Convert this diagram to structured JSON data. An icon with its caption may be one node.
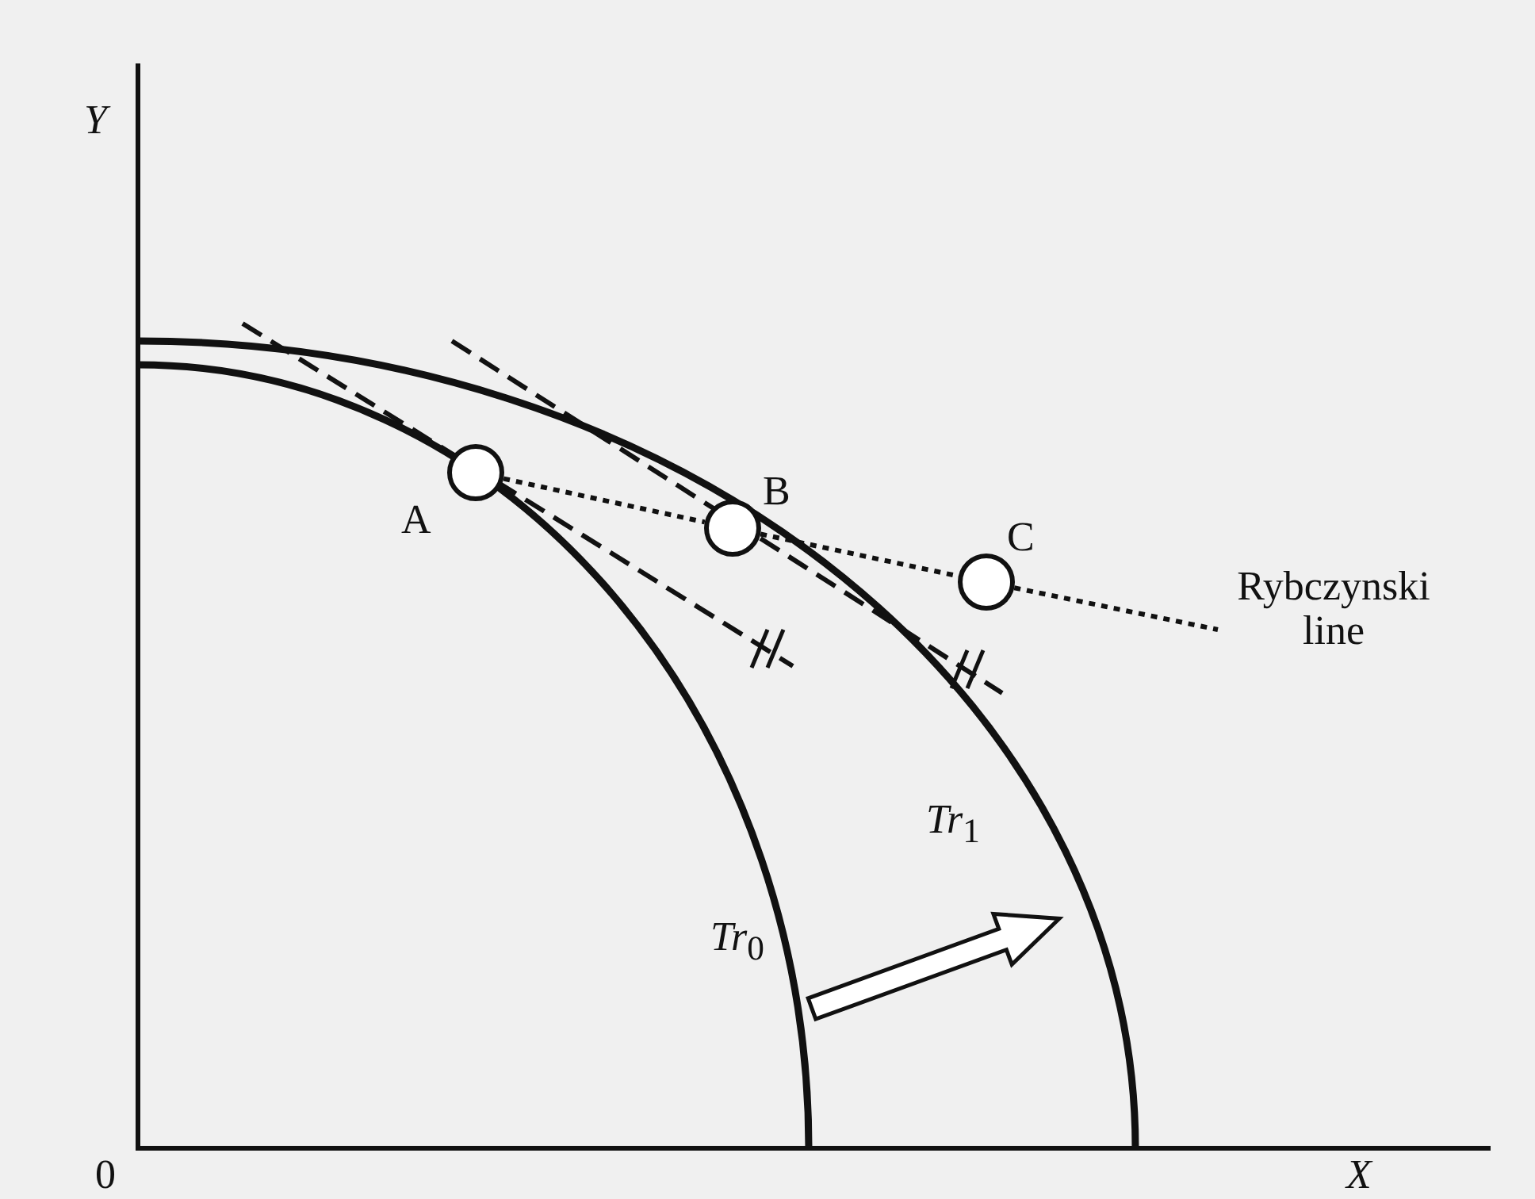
{
  "diagram": {
    "nodes": [
      {
        "text": [],
        "shape": "circle",
        "beside": [
          "A"
        ]
      },
      {
        "text": [],
        "shape": "circle",
        "beside": [
          "B"
        ]
      },
      {
        "text": [],
        "shape": "circle",
        "beside": [
          "C"
        ]
      },
      {
        "text": [
          "Rybczynski line"
        ]
      }
    ],
    "edges": [
      {
        "from": 0,
        "to": 1,
        "arrow": "none",
        "style": "dashed"
      },
      {
        "from": 1,
        "to": 2,
        "arrow": "none",
        "style": "dashed"
      },
      {
        "from": 2,
        "to": 3,
        "arrow": "none",
        "style": "dashed"
      }
    ],
    "labels": [
      "Y",
      "X",
      "0",
      "*Tr*$_{1}$",
      "*Tr*$_{0}$"
    ]
  }
}
